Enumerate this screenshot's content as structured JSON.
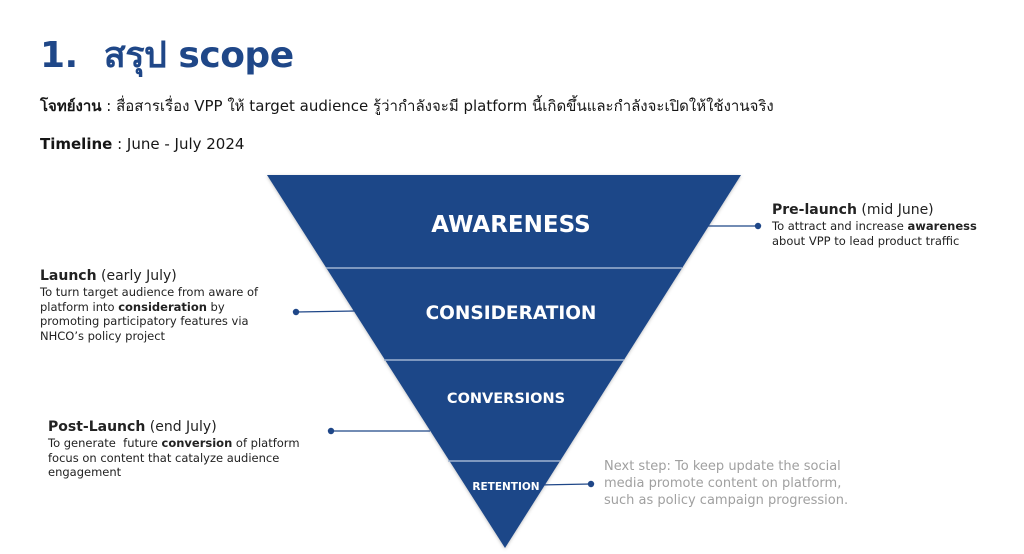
{
  "title": {
    "number": "1.",
    "text": "สรุป scope"
  },
  "objective": {
    "label": "โจทย์งาน",
    "separator": " : ",
    "text": "สื่อสารเรื่อง VPP ให้ target audience รู้ว่ากำลังจะมี platform นี้เกิดขึ้นและกำลังจะเปิดให้ใช้งานจริง"
  },
  "timeline": {
    "label": "Timeline",
    "separator": " : ",
    "text": "June - July 2024"
  },
  "colors": {
    "funnel": "#1f4788",
    "divider": "#9fb3d1",
    "note_grey": "#a0a0a0"
  },
  "funnel": {
    "stages": [
      {
        "label": "AWARENESS"
      },
      {
        "label": "CONSIDERATION"
      },
      {
        "label": "CONVERSIONS"
      },
      {
        "label": "RETENTION"
      }
    ]
  },
  "notes": {
    "prelaunch": {
      "title": "Pre-launch",
      "period": " (mid June)",
      "line1_pre": "To attract and increase ",
      "line1_bold": "awareness",
      "line2": "about VPP to lead product traffic"
    },
    "launch": {
      "title": "Launch",
      "period": " (early July)",
      "line1": "To turn target audience from aware of",
      "line2_pre": "platform into ",
      "line2_bold": "consideration",
      "line2_post": " by",
      "line3": "promoting participatory features via",
      "line4": "NHCO’s policy project"
    },
    "postlaunch": {
      "title": "Post-Launch",
      "period": " (end July)",
      "line1_pre": "To generate  future ",
      "line1_bold": "conversion",
      "line1_post": " of platform",
      "line2": "focus on content that catalyze audience",
      "line3": "engagement"
    },
    "nextstep": {
      "line1": "Next step: To keep update the social",
      "line2": "media promote content on platform,",
      "line3": "such as policy campaign progression."
    }
  }
}
